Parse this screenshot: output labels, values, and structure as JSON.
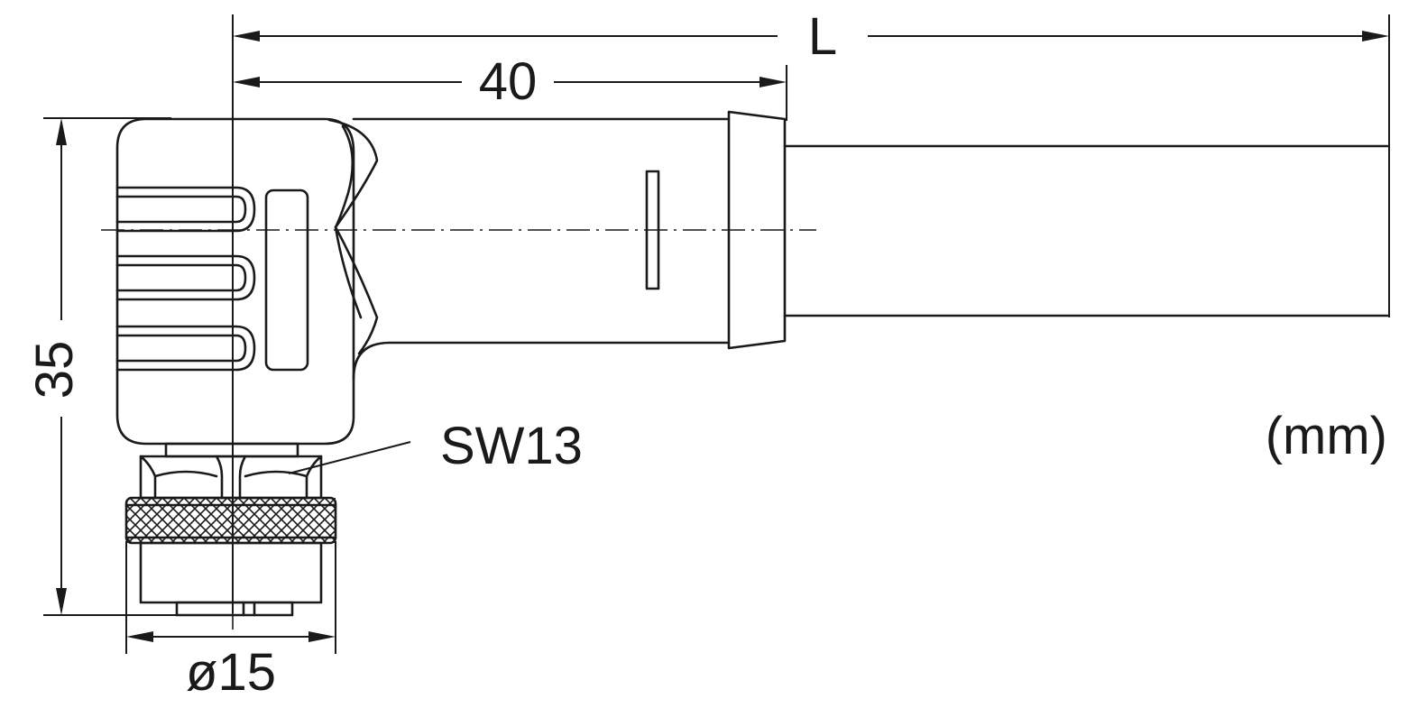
{
  "labels": {
    "length": "L",
    "length_40": "40",
    "height": "35",
    "wrench_size": "SW13",
    "diameter": "ø15",
    "unit": "(mm)"
  },
  "colors": {
    "line": "#1a1a1a",
    "background": "#ffffff"
  }
}
